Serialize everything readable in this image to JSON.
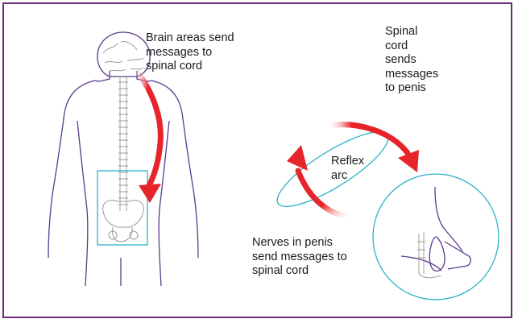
{
  "labels": {
    "brain": "Brain areas send\nmessages to\nspinal cord",
    "spinal": "Spinal\ncord\nsends\nmessages\nto penis",
    "reflex": "Reflex\narc",
    "nerves": "Nerves in penis\nsend messages to\nspinal cord"
  },
  "colors": {
    "border": "#6b2c7a",
    "body_outline": "#5a3b8c",
    "highlight_box": "#2ab3c7",
    "arrow": "#e8242b",
    "skeleton": "#9a9a9a"
  }
}
